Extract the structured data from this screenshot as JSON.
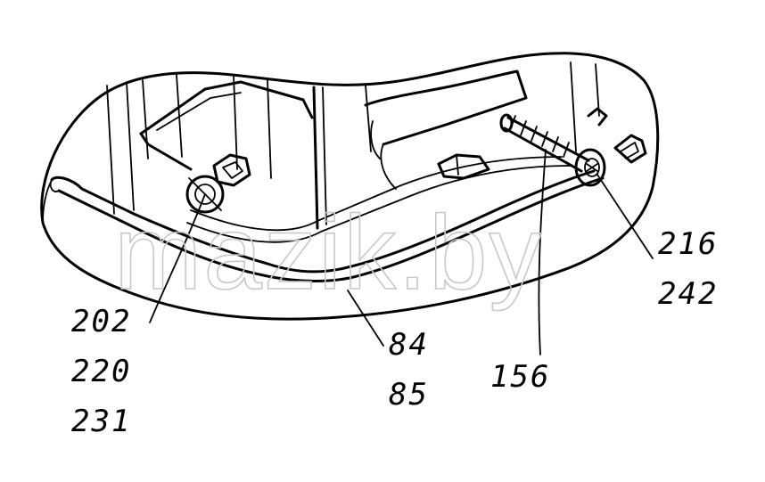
{
  "watermark": "mazik.by",
  "reference_numerals": {
    "left": [
      "202",
      "220",
      "231"
    ],
    "center": [
      "84",
      "85"
    ],
    "bolt": "156",
    "right": [
      "216",
      "242"
    ]
  }
}
